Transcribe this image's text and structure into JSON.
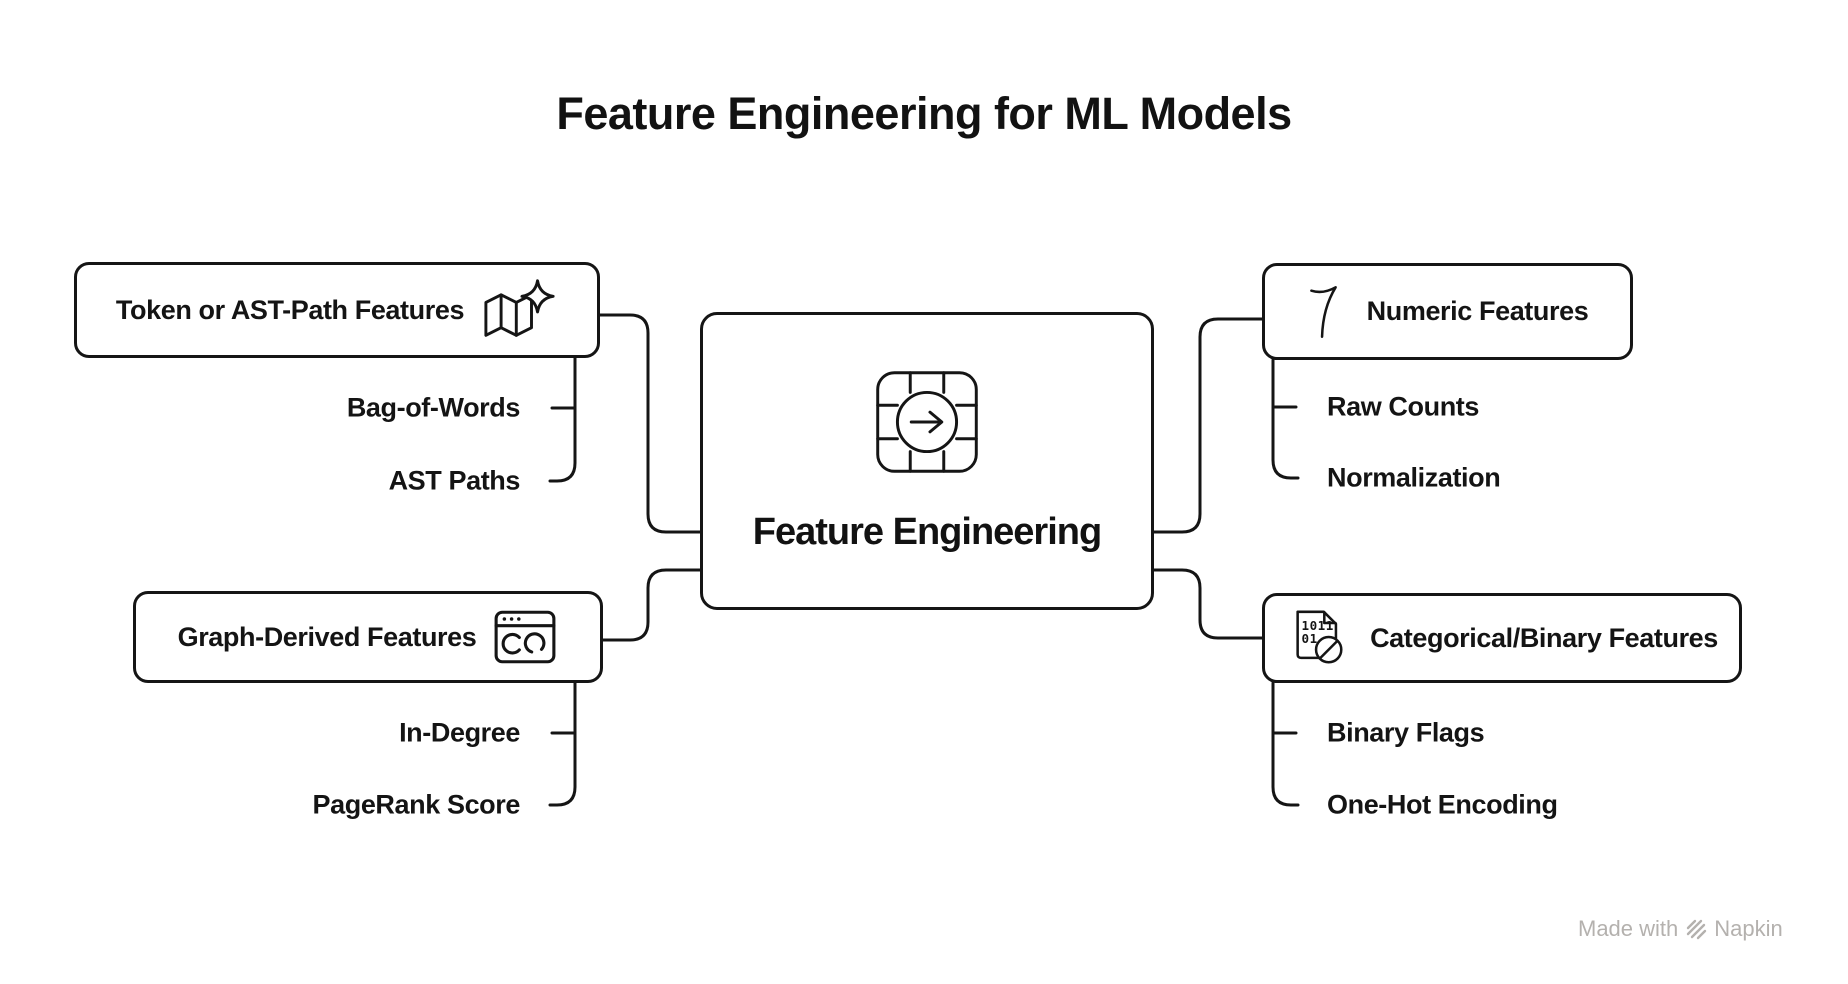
{
  "title": "Feature Engineering for ML Models",
  "center": {
    "label": "Feature Engineering",
    "icon": "chip-arrow-icon"
  },
  "branches": [
    {
      "label": "Token or AST-Path Features",
      "icon": "map-sparkle-icon",
      "side": "left",
      "children": [
        "Bag-of-Words",
        "AST Paths"
      ]
    },
    {
      "label": "Graph-Derived Features",
      "icon": "browser-sync-icon",
      "side": "left",
      "children": [
        "In-Degree",
        "PageRank Score"
      ]
    },
    {
      "label": "Numeric Features",
      "icon": "numeral-7-icon",
      "side": "right",
      "children": [
        "Raw Counts",
        "Normalization"
      ]
    },
    {
      "label": "Categorical/Binary Features",
      "icon": "binary-file-icon",
      "side": "right",
      "children": [
        "Binary Flags",
        "One-Hot Encoding"
      ]
    }
  ],
  "watermark": {
    "text_prefix": "Made with",
    "brand": "Napkin"
  },
  "colors": {
    "background": "#ffffff",
    "stroke": "#151515",
    "text": "#141414",
    "watermark": "#b4b1ae"
  }
}
